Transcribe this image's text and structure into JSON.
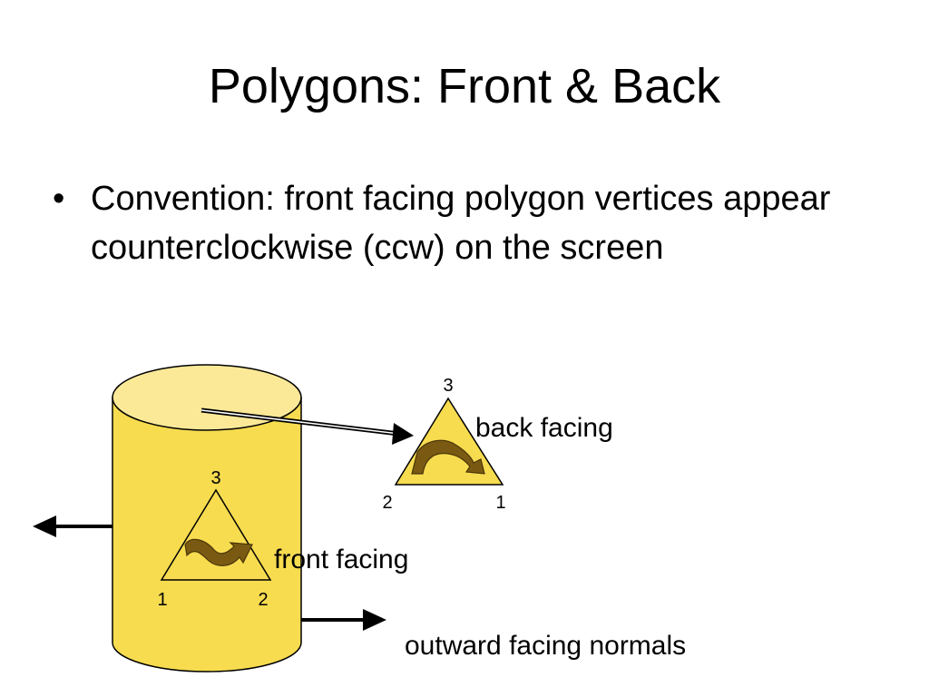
{
  "slide": {
    "title": "Polygons: Front & Back",
    "bullet_symbol": "•",
    "bullet_text": "Convention: front facing polygon vertices appear counterclockwise (ccw) on the screen"
  },
  "diagram": {
    "front_triangle": {
      "vertex_labels": [
        "1",
        "2",
        "3"
      ],
      "label": "front facing"
    },
    "back_triangle": {
      "vertex_labels": [
        "1",
        "2",
        "3"
      ],
      "label": "back facing"
    },
    "normals_label": "outward facing normals",
    "colors": {
      "cylinder_fill": "#f7dc50",
      "cylinder_top": "#fbe998",
      "triangle_fill": "#f7dc50",
      "curved_arrow_fill": "#7a5a12",
      "curved_arrow_highlight": "#b8943a"
    }
  }
}
